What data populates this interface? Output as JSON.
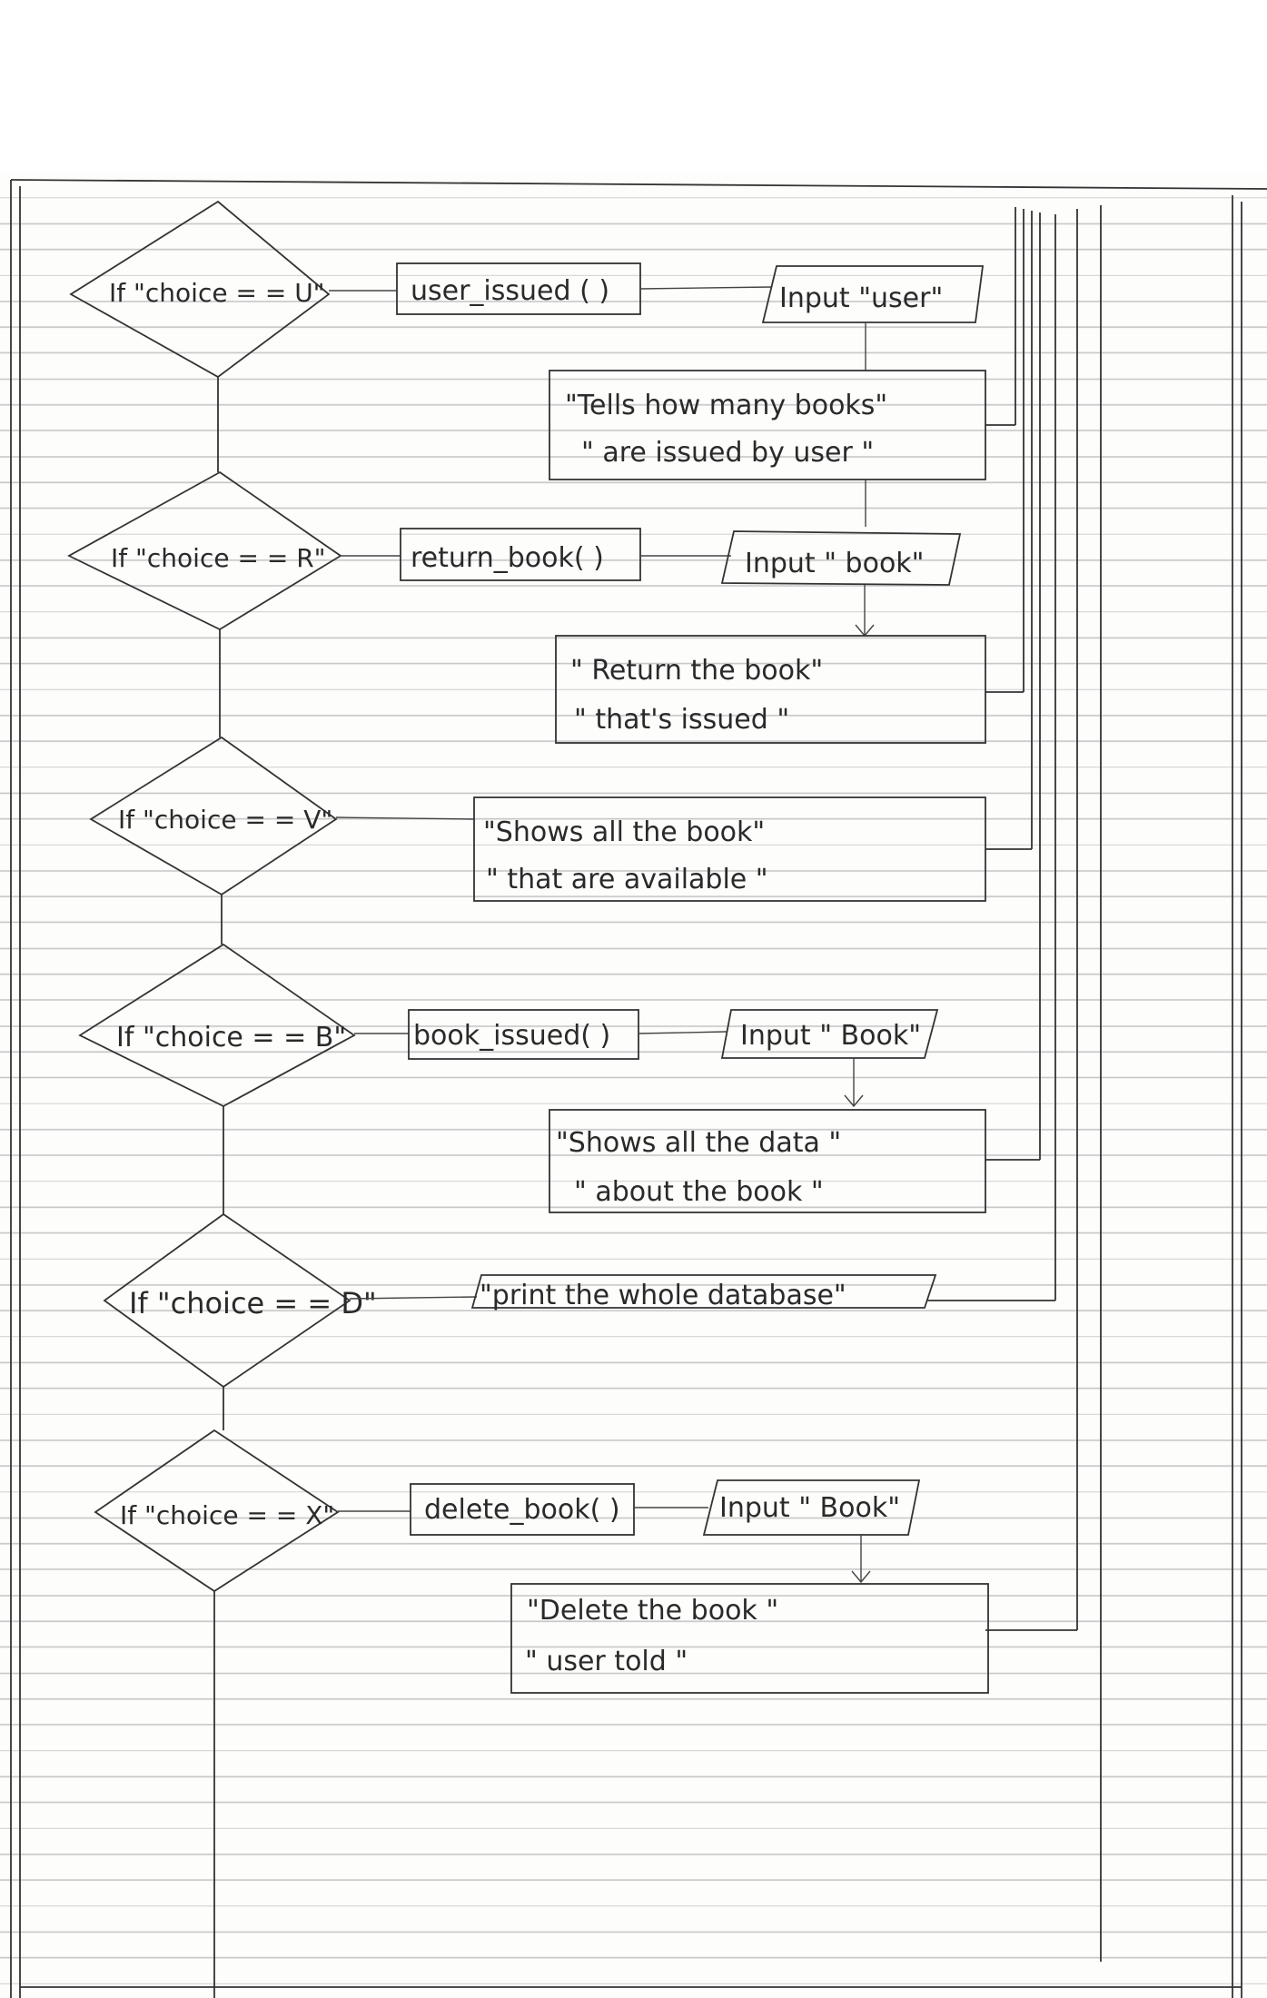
{
  "decisions": [
    {
      "label": "If \"choice = = U\""
    },
    {
      "label": "If \"choice = = R\""
    },
    {
      "label": "If \"choice = = V\""
    },
    {
      "label": "If \"choice = = B\""
    },
    {
      "label": "If \"choice = = D\""
    },
    {
      "label": "If \"choice = = X\""
    }
  ],
  "functions": [
    {
      "label": "user_issued ( )"
    },
    {
      "label": "return_book( )"
    },
    {
      "label": "book_issued( )"
    },
    {
      "label": "delete_book( )"
    }
  ],
  "inputs": [
    {
      "label": "Input \"user\""
    },
    {
      "label": "Input \" book\""
    },
    {
      "label": "Input \" Book\""
    },
    {
      "label": "Input \" Book\""
    }
  ],
  "outputs": [
    {
      "line1": "\"Tells  how  many  books\"",
      "line2": "\" are   issued  by  user \""
    },
    {
      "line1": "\"  Return   the   book\"",
      "line2": "\" that's   issued \""
    },
    {
      "line1": "\"Shows   all   the   book\"",
      "line2": "\" that   are   available \""
    },
    {
      "line1": "\"Shows   all   the   data \"",
      "line2": "\" about   the   book \""
    },
    {
      "line1": "\"print   the   whole  database\""
    },
    {
      "line1": "\"Delete    the    book \"",
      "line2": "\" user    told \""
    }
  ]
}
